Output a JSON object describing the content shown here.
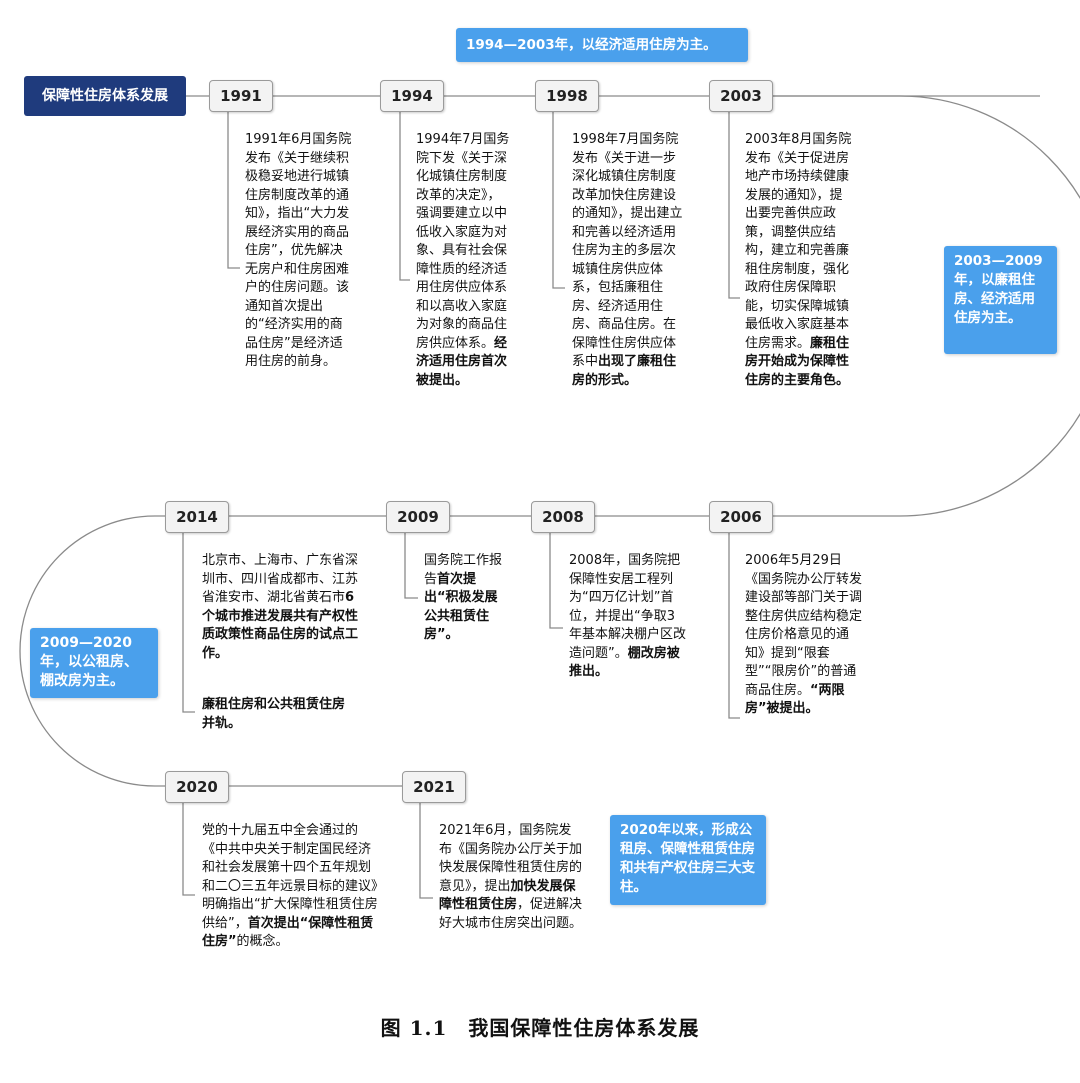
{
  "diagram": {
    "root": "保障性住房体系发展",
    "notes": [
      "1994—2003年，以经济适用住房为主。",
      "2003—2009年，以廉租住房、经济适用住房为主。",
      "2009—2020年，以公租房、棚改房为主。",
      "2020年以来，形成公租房、保障性租赁住房和共有产权住房三大支柱。"
    ],
    "nodes": [
      {
        "year": "1991",
        "text": [
          {
            "t": "1991年6月国务院发布《关于继续积极稳妥地进行城镇住房制度改革的通知》，指出“大力发展经济实用的商品住房”，优先解决无房户和住房困难户的住房问题。该通知首次提出的“经济实用的商品住房”是经济适用住房的前身。",
            "b": false
          }
        ]
      },
      {
        "year": "1994",
        "text": [
          {
            "t": "1994年7月国务院下发《关于深化城镇住房制度改革的决定》，强调要建立以中低收入家庭为对象、具有社会保障性质的经济适用住房供应体系和以高收入家庭为对象的商品住房供应体系。",
            "b": false
          },
          {
            "t": "经济适用住房首次被提出。",
            "b": true
          }
        ]
      },
      {
        "year": "1998",
        "text": [
          {
            "t": "1998年7月国务院发布《关于进一步深化城镇住房制度改革加快住房建设的通知》，提出建立和完善以经济适用住房为主的多层次城镇住房供应体系，包括廉租住房、经济适用住房、商品住房。在保障性住房供应体系中",
            "b": false
          },
          {
            "t": "出现了廉租住房的形式。",
            "b": true
          }
        ]
      },
      {
        "year": "2003",
        "text": [
          {
            "t": "2003年8月国务院发布《关于促进房地产市场持续健康发展的通知》，提出要完善供应政策，调整供应结构，建立和完善廉租住房制度，强化政府住房保障职能，切实保障城镇最低收入家庭基本住房需求。",
            "b": false
          },
          {
            "t": "廉租住房开始成为保障性住房的主要角色。",
            "b": true
          }
        ]
      },
      {
        "year": "2006",
        "text": [
          {
            "t": "2006年5月29日《国务院办公厅转发建设部等部门关于调整住房供应结构稳定住房价格意见的通知》提到“限套型”“限房价”的普通商品住房。",
            "b": false
          },
          {
            "t": "“两限房”被提出。",
            "b": true
          }
        ]
      },
      {
        "year": "2008",
        "text": [
          {
            "t": "2008年，国务院把保障性安居工程列为“四万亿计划”首位，并提出“争取3年基本解决棚户区改造问题”。",
            "b": false
          },
          {
            "t": "棚改房被推出。",
            "b": true
          }
        ]
      },
      {
        "year": "2009",
        "text": [
          {
            "t": "国务院工作报告",
            "b": false
          },
          {
            "t": "首次提出“积极发展公共租赁住房”。",
            "b": true
          }
        ]
      },
      {
        "year": "2014",
        "text": [
          {
            "t": "北京市、上海市、广东省深圳市、四川省成都市、江苏省淮安市、湖北省黄石市",
            "b": false
          },
          {
            "t": "6个城市推进发展共有产权性质政策性商品住房的试点工作。",
            "b": true
          }
        ],
        "text2": [
          {
            "t": "廉租住房和公共租赁住房并轨。",
            "b": true
          }
        ]
      },
      {
        "year": "2020",
        "text": [
          {
            "t": "党的十九届五中全会通过的《中共中央关于制定国民经济和社会发展第十四个五年规划和二〇三五年远景目标的建议》明确指出“扩大保障性租赁住房供给”，",
            "b": false
          },
          {
            "t": "首次提出“保障性租赁住房”",
            "b": true
          },
          {
            "t": "的概念。",
            "b": false
          }
        ]
      },
      {
        "year": "2021",
        "text": [
          {
            "t": "2021年6月，国务院发布《国务院办公厅关于加快发展保障性租赁住房的意见》，提出",
            "b": false
          },
          {
            "t": "加快发展保障性租赁住房",
            "b": true
          },
          {
            "t": "，促进解决好大城市住房突出问题。",
            "b": false
          }
        ]
      }
    ]
  },
  "caption": "图 1.1　我国保障性住房体系发展"
}
